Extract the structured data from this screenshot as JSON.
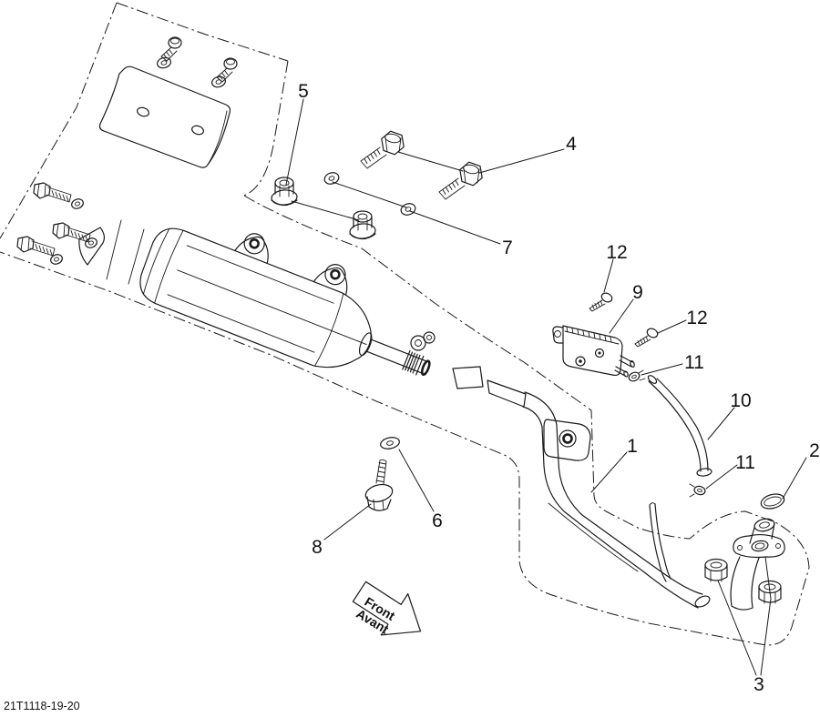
{
  "page": {
    "background": "#ffffff",
    "line_color": "#1a1a1a"
  },
  "drawing_code": "21T1118-19-20",
  "direction_arrow": {
    "label_en": "Front",
    "label_fr": "Avant"
  },
  "callouts": [
    {
      "number": "5"
    },
    {
      "number": "4"
    },
    {
      "number": "7"
    },
    {
      "number": "12"
    },
    {
      "number": "9"
    },
    {
      "number": "12"
    },
    {
      "number": "11"
    },
    {
      "number": "10"
    },
    {
      "number": "1"
    },
    {
      "number": "11"
    },
    {
      "number": "2"
    },
    {
      "number": "6"
    },
    {
      "number": "8"
    },
    {
      "number": "3"
    }
  ]
}
